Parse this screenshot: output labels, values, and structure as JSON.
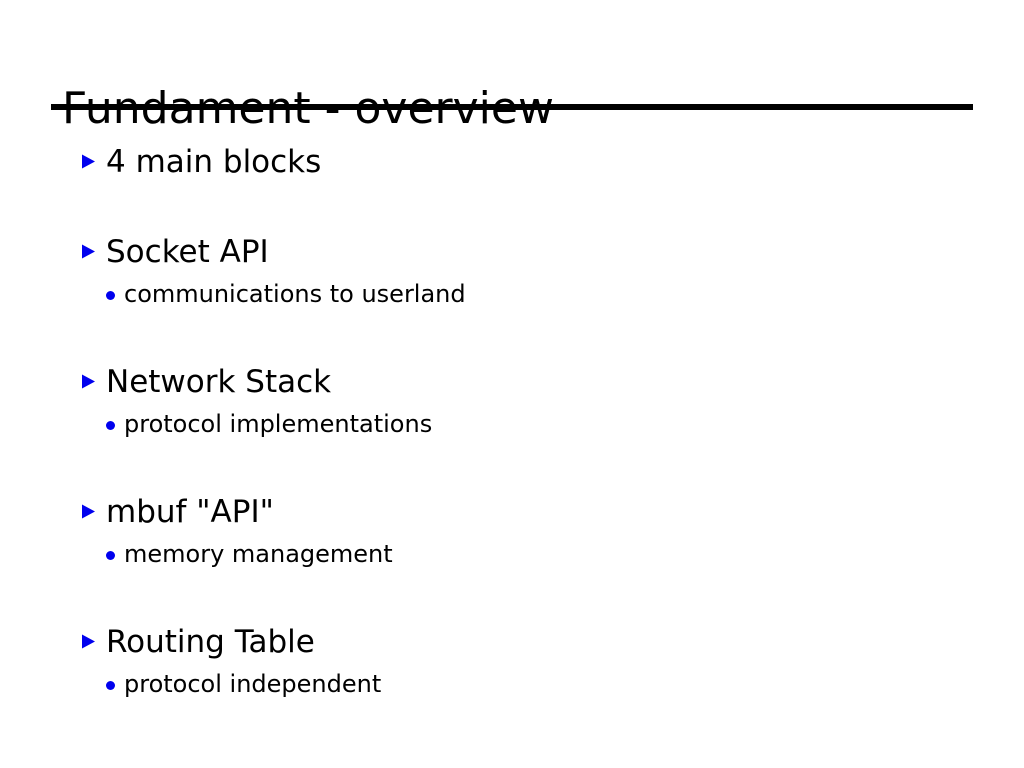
{
  "slide": {
    "title": "Fundament - overview",
    "background_color": "#ffffff",
    "text_color": "#000000",
    "rule_color": "#000000",
    "marker_color": "#0000ee",
    "level1_marker_icon": "triangle-right-icon",
    "level2_marker_icon": "bullet-dot-icon",
    "outline": [
      {
        "text": "4 main blocks",
        "sub": []
      },
      {
        "text": "Socket API",
        "sub": [
          {
            "text": "communications to userland"
          }
        ]
      },
      {
        "text": "Network Stack",
        "sub": [
          {
            "text": "protocol implementations"
          }
        ]
      },
      {
        "text": "mbuf \"API\"",
        "sub": [
          {
            "text": "memory management"
          }
        ]
      },
      {
        "text": "Routing Table",
        "sub": [
          {
            "text": "protocol independent"
          }
        ]
      }
    ]
  }
}
